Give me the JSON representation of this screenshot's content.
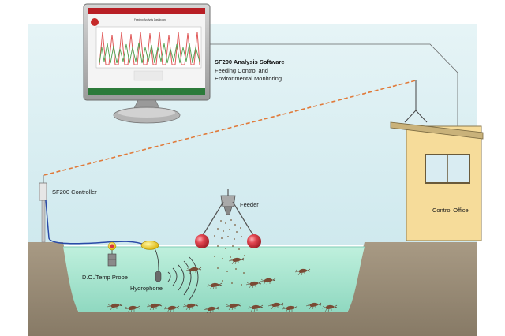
{
  "software": {
    "title": "SF200 Analysis Software",
    "line1": "Feeding Control and",
    "line2": "Environmental Monitoring",
    "screen_header": "Feeding Analysis Dashboard"
  },
  "labels": {
    "controller": "SF200 Controller",
    "feeder": "Feeder",
    "office": "Control Office",
    "probe": "D.O./Temp Probe",
    "hydrophone": "Hydrophone"
  },
  "colors": {
    "sky": "#d8eef2",
    "water": "#a8e2cf",
    "soil": "#9b8d78",
    "office_wall": "#f6dc9a",
    "signal_line": "#e07a3a",
    "float_red": "#d9343f",
    "float_yellow": "#f2d21b",
    "chart_red": "#e05a5a",
    "chart_green": "#4fa04f"
  },
  "icons": {
    "monitor": "monitor-icon",
    "shrimp": "shrimp-icon",
    "hydrophone": "hydrophone-icon",
    "probe": "probe-icon"
  }
}
